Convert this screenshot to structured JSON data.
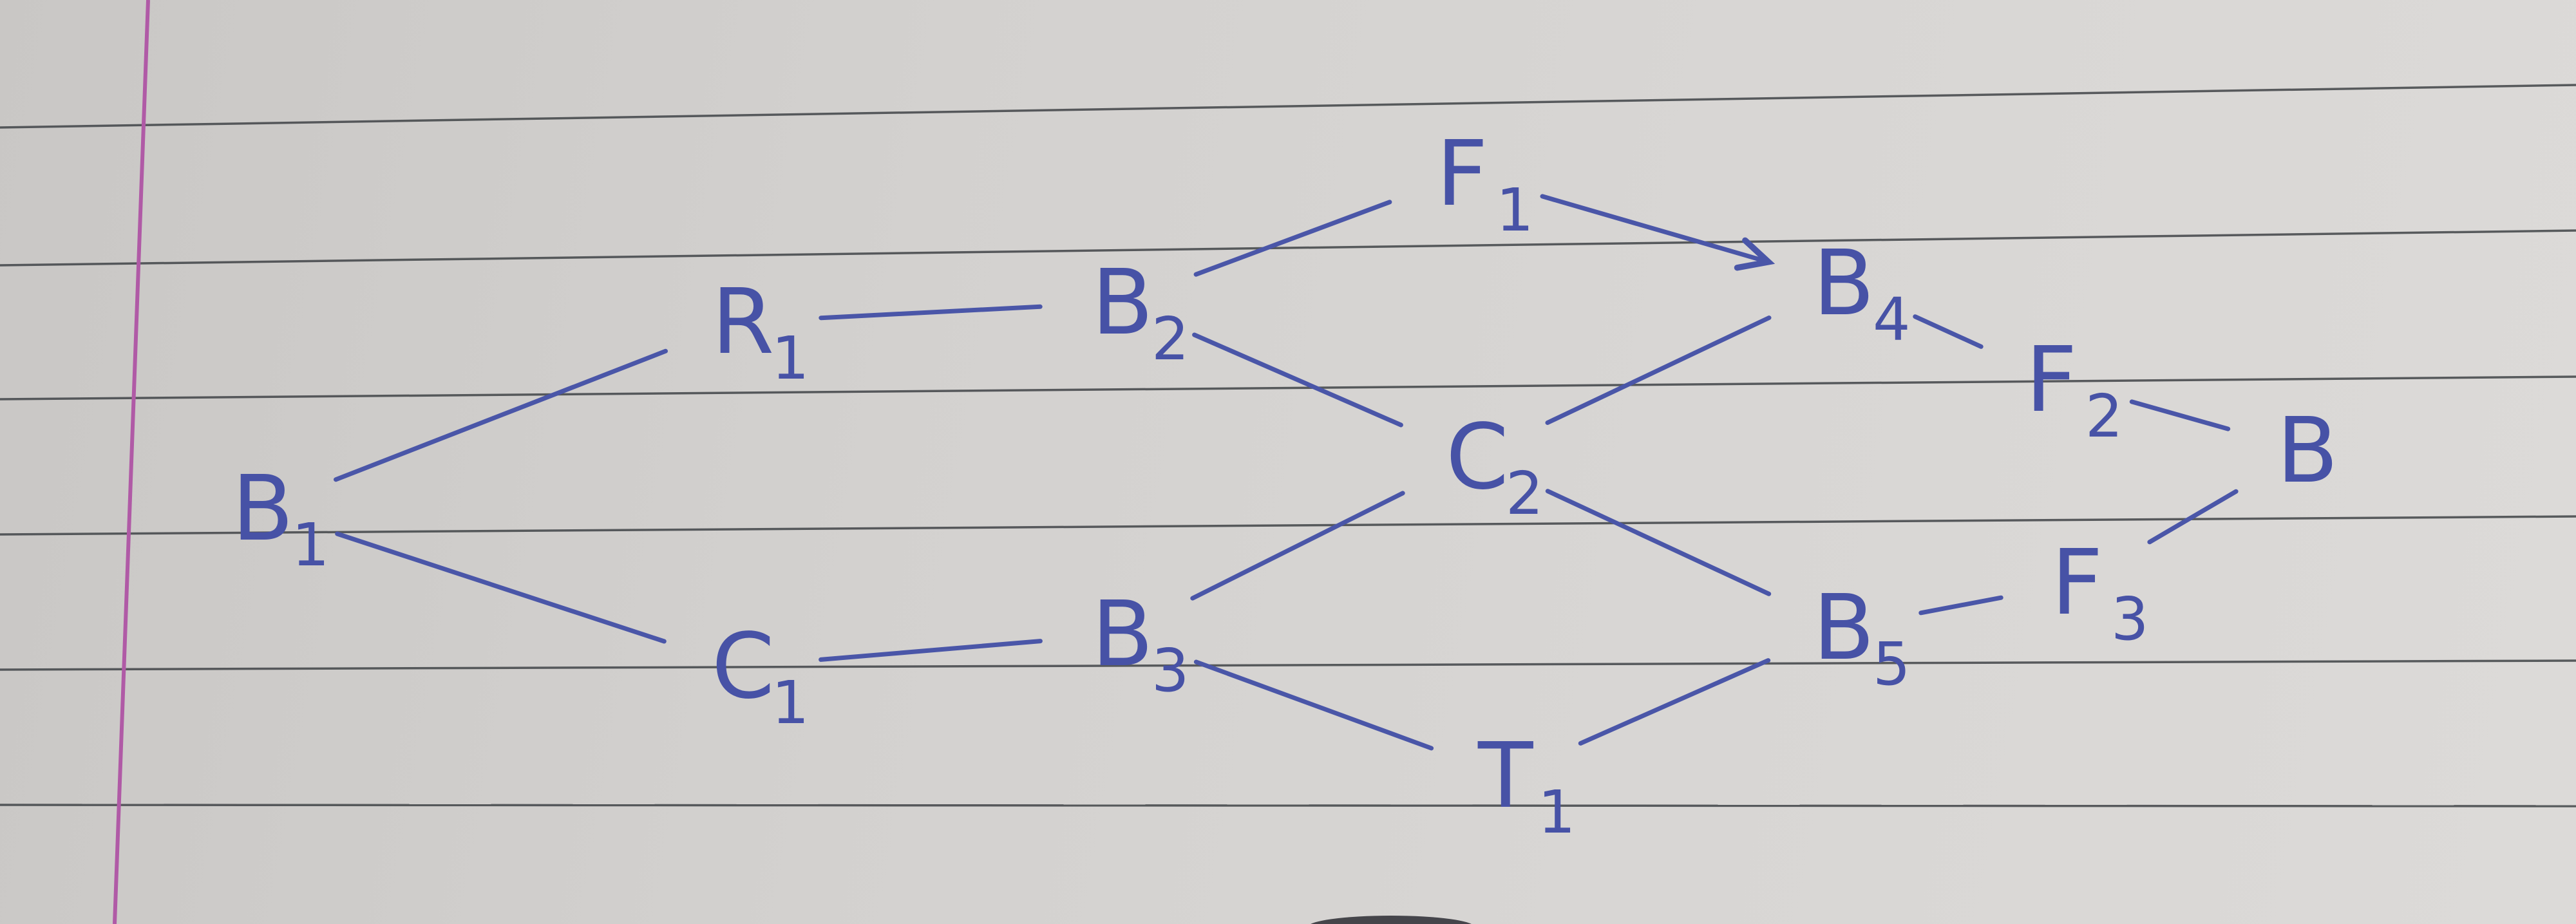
{
  "diagram": {
    "nodes": [
      {
        "id": "B1",
        "letter": "B",
        "sub": "1"
      },
      {
        "id": "R1",
        "letter": "R",
        "sub": "1"
      },
      {
        "id": "C1",
        "letter": "C",
        "sub": "1"
      },
      {
        "id": "B2",
        "letter": "B",
        "sub": "2"
      },
      {
        "id": "B3",
        "letter": "B",
        "sub": "3"
      },
      {
        "id": "F1",
        "letter": "F",
        "sub": "1"
      },
      {
        "id": "C2",
        "letter": "C",
        "sub": "2"
      },
      {
        "id": "T1",
        "letter": "T",
        "sub": "1"
      },
      {
        "id": "B4",
        "letter": "B",
        "sub": "4"
      },
      {
        "id": "B5",
        "letter": "B",
        "sub": "5"
      },
      {
        "id": "F2",
        "letter": "F",
        "sub": "2"
      },
      {
        "id": "F3",
        "letter": "F",
        "sub": "3"
      },
      {
        "id": "B",
        "letter": "B",
        "sub": ""
      }
    ],
    "edges": [
      {
        "from": "B1",
        "to": "R1",
        "arrow": false
      },
      {
        "from": "B1",
        "to": "C1",
        "arrow": false
      },
      {
        "from": "R1",
        "to": "B2",
        "arrow": false
      },
      {
        "from": "C1",
        "to": "B3",
        "arrow": false
      },
      {
        "from": "B2",
        "to": "F1",
        "arrow": false
      },
      {
        "from": "B2",
        "to": "C2",
        "arrow": false
      },
      {
        "from": "B3",
        "to": "C2",
        "arrow": false
      },
      {
        "from": "B3",
        "to": "T1",
        "arrow": false
      },
      {
        "from": "F1",
        "to": "B4",
        "arrow": true
      },
      {
        "from": "C2",
        "to": "B4",
        "arrow": false
      },
      {
        "from": "C2",
        "to": "B5",
        "arrow": false
      },
      {
        "from": "T1",
        "to": "B5",
        "arrow": false
      },
      {
        "from": "B4",
        "to": "F2",
        "arrow": false
      },
      {
        "from": "B5",
        "to": "F3",
        "arrow": false
      },
      {
        "from": "F2",
        "to": "B",
        "arrow": false
      },
      {
        "from": "F3",
        "to": "B",
        "arrow": false
      }
    ]
  },
  "colors": {
    "ink": "#4752a6",
    "rule_line": "#3f4347",
    "margin_line": "#b05aa6",
    "paper": "#d3d1cf"
  }
}
